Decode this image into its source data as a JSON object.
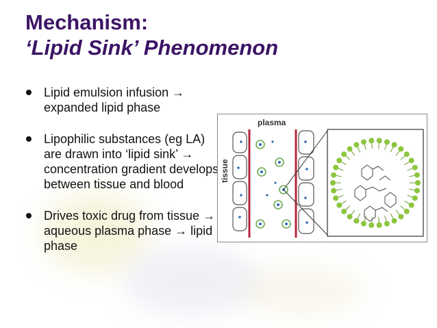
{
  "slide": {
    "title_line1": "Mechanism:",
    "title_line2": "‘Lipid Sink’ Phenomenon"
  },
  "bullets": [
    {
      "text": "Lipid emulsion infusion → expanded lipid phase"
    },
    {
      "text": "Lipophilic substances (eg LA) are drawn into ‘lipid sink’ → concentration gradient develops between tissue and blood"
    },
    {
      "text": "Drives toxic drug from tissue → aqueous plasma phase → lipid phase"
    }
  ],
  "diagram": {
    "label_plasma": "plasma",
    "label_tissue": "tissue"
  },
  "colors": {
    "title": "#3c1466",
    "membrane_red": "#b3263c",
    "lipid_green": "#8cc63f",
    "droplet_blue": "#2e6db4"
  }
}
